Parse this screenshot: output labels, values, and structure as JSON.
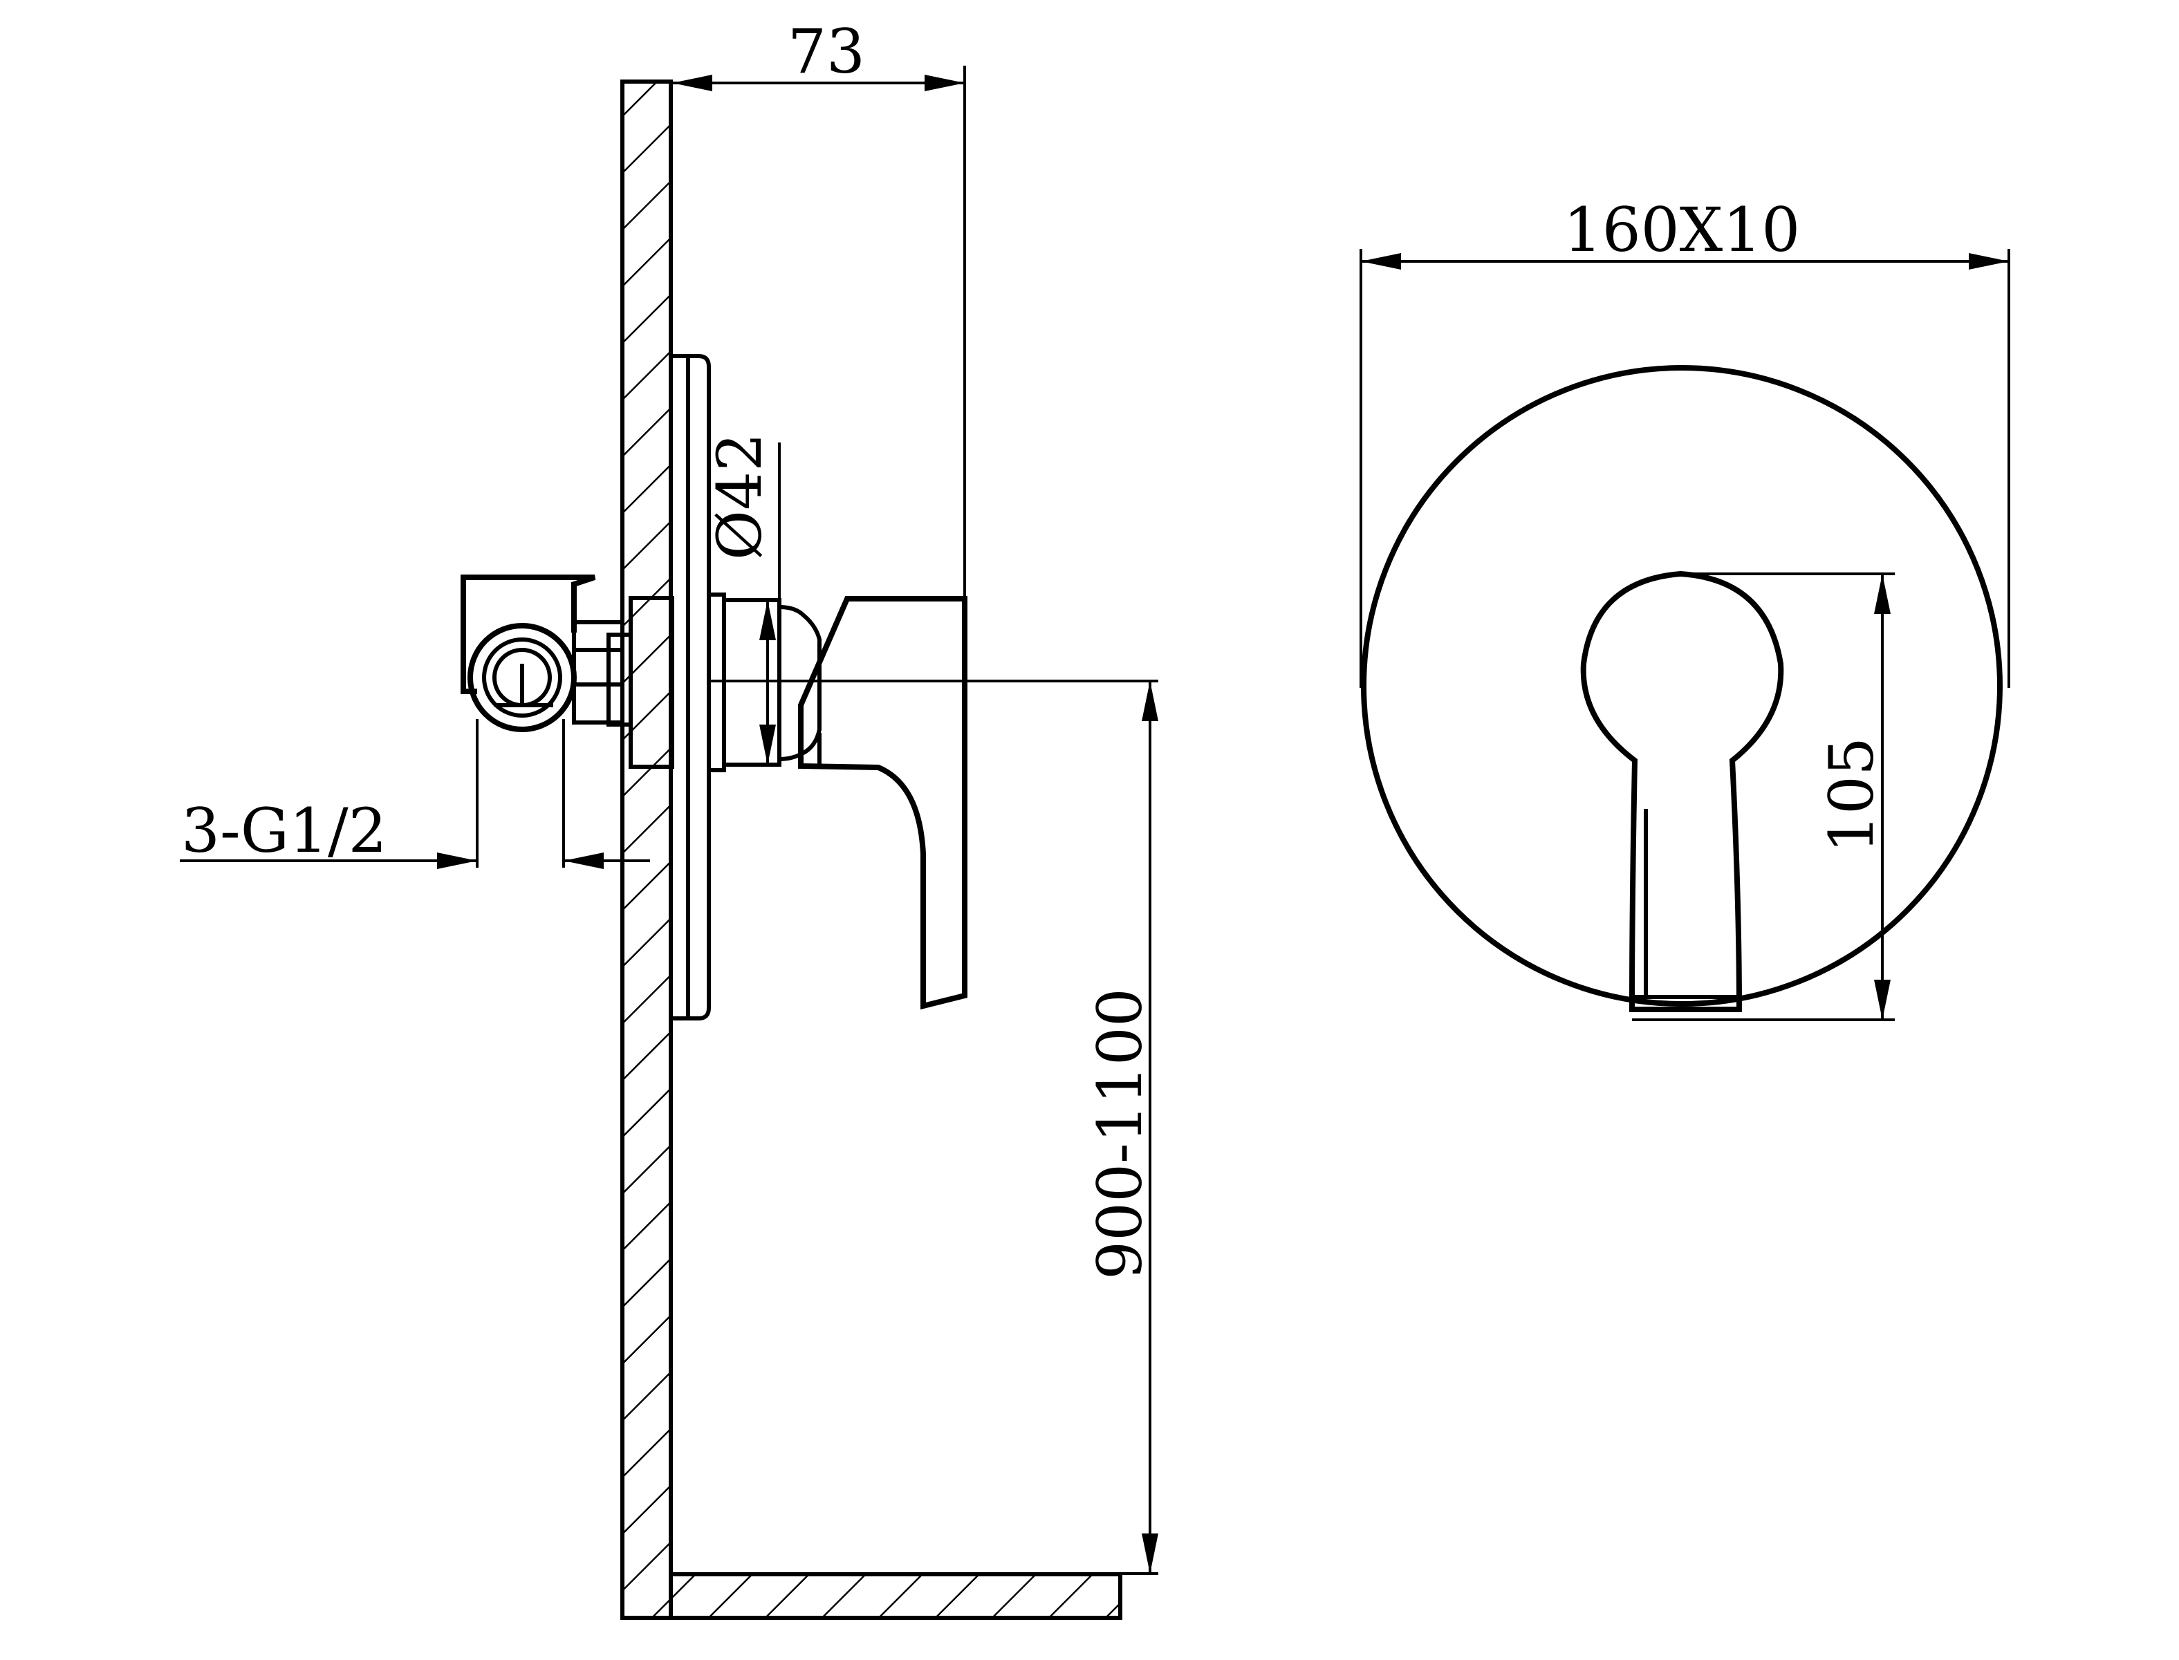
{
  "dimensions": {
    "depth": "73",
    "diameter": "Ø42",
    "inlets": "3-G1/2",
    "mount_height": "900-1100",
    "plate": "160X10",
    "handle_height": "105"
  },
  "colors": {
    "line": "#000000",
    "background": "#ffffff"
  }
}
